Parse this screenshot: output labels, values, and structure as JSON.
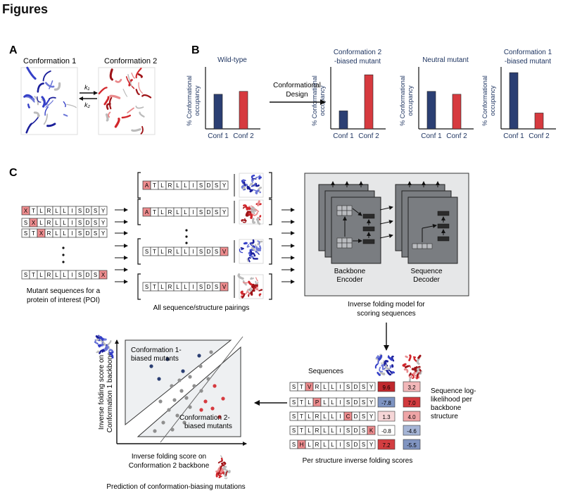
{
  "page_title": "Figures",
  "panels": {
    "A": {
      "letter": "A",
      "conf1_label": "Conformation 1",
      "conf2_label": "Conformation 2",
      "k1": "k₁",
      "k2": "k₂"
    },
    "B": {
      "letter": "B",
      "design_label": "Conformational Design",
      "ylabel": "% Conformational occupancy",
      "charts": [
        {
          "title": "Wild-type",
          "categories": [
            "Conf 1",
            "Conf 2"
          ],
          "values": [
            0.48,
            0.52
          ]
        },
        {
          "title": "Conformation 2 -biased mutant",
          "categories": [
            "Conf 1",
            "Conf 2"
          ],
          "values": [
            0.25,
            0.75
          ]
        },
        {
          "title": "Neutral mutant",
          "categories": [
            "Conf 1",
            "Conf 2"
          ],
          "values": [
            0.52,
            0.48
          ]
        },
        {
          "title": "Conformation 1 -biased mutant",
          "categories": [
            "Conf 1",
            "Conf 2"
          ],
          "values": [
            0.78,
            0.22
          ]
        }
      ]
    },
    "C": {
      "letter": "C",
      "mutant_sequences": [
        {
          "residues": [
            "X",
            "T",
            "L",
            "R",
            "L",
            "L",
            "I",
            "S",
            "D",
            "S",
            "Y"
          ],
          "highlight": 0
        },
        {
          "residues": [
            "S",
            "X",
            "L",
            "R",
            "L",
            "L",
            "I",
            "S",
            "D",
            "S",
            "Y"
          ],
          "highlight": 1
        },
        {
          "residues": [
            "S",
            "T",
            "X",
            "R",
            "L",
            "L",
            "I",
            "S",
            "D",
            "S",
            "Y"
          ],
          "highlight": 2
        },
        {
          "residues": [
            "S",
            "T",
            "L",
            "R",
            "L",
            "L",
            "I",
            "S",
            "D",
            "S",
            "X"
          ],
          "highlight": 10
        }
      ],
      "mutant_caption_line1": "Mutant sequences for a",
      "mutant_caption_line2": "protein of interest (POI)",
      "pairings": [
        {
          "residues": [
            "A",
            "T",
            "L",
            "R",
            "L",
            "L",
            "I",
            "S",
            "D",
            "S",
            "Y"
          ],
          "highlight": 0,
          "structure": "blue"
        },
        {
          "residues": [
            "A",
            "T",
            "L",
            "R",
            "L",
            "L",
            "I",
            "S",
            "D",
            "S",
            "Y"
          ],
          "highlight": 0,
          "structure": "red"
        },
        {
          "residues": [
            "S",
            "T",
            "L",
            "R",
            "L",
            "L",
            "I",
            "S",
            "D",
            "S",
            "V"
          ],
          "highlight": 10,
          "structure": "blue"
        },
        {
          "residues": [
            "S",
            "T",
            "L",
            "R",
            "L",
            "L",
            "I",
            "S",
            "D",
            "S",
            "V"
          ],
          "highlight": 10,
          "structure": "red"
        }
      ],
      "pairings_caption": "All sequence/structure pairings",
      "encoder_label_1": "Backbone",
      "encoder_label_2": "Encoder",
      "decoder_label_1": "Sequence",
      "decoder_label_2": "Decoder",
      "model_caption_line1": "Inverse folding model for",
      "model_caption_line2": "scoring sequences",
      "scores_header": "Sequences",
      "score_rows": [
        {
          "residues": [
            "S",
            "T",
            "V",
            "R",
            "L",
            "L",
            "I",
            "S",
            "D",
            "S",
            "Y"
          ],
          "highlight": 2,
          "score1": "9.6",
          "score2": "3.2",
          "color1": "#c0282d",
          "color2": "#f2b7b9"
        },
        {
          "residues": [
            "S",
            "T",
            "L",
            "P",
            "L",
            "L",
            "I",
            "S",
            "D",
            "S",
            "Y"
          ],
          "highlight": 3,
          "score1": "-7.8",
          "score2": "7.0",
          "color1": "#7e94c2",
          "color2": "#d23a3e"
        },
        {
          "residues": [
            "S",
            "T",
            "L",
            "R",
            "L",
            "L",
            "I",
            "C",
            "D",
            "S",
            "Y"
          ],
          "highlight": 7,
          "score1": "1.3",
          "score2": "4.0",
          "color1": "#f6d6d7",
          "color2": "#efa5a7"
        },
        {
          "residues": [
            "S",
            "T",
            "L",
            "R",
            "L",
            "L",
            "I",
            "S",
            "D",
            "S",
            "K"
          ],
          "highlight": 10,
          "score1": "-0.8",
          "score2": "-4.6",
          "color1": "#ffffff",
          "color2": "#a6b5d6"
        },
        {
          "residues": [
            "S",
            "H",
            "L",
            "R",
            "L",
            "L",
            "I",
            "S",
            "D",
            "S",
            "Y"
          ],
          "highlight": 1,
          "score1": "7.2",
          "score2": "-5.5",
          "color1": "#d33e41",
          "color2": "#8094c1"
        }
      ],
      "loglik_line1": "Sequence log-",
      "loglik_line2": "likelihood per",
      "loglik_line3": "backbone",
      "loglik_line4": "structure",
      "scores_caption": "Per structure inverse folding scores",
      "scatter": {
        "region1_label_1": "Conformation 1-",
        "region1_label_2": "biased mutants",
        "region2_label_1": "Conformation 2-",
        "region2_label_2": "biased mutants",
        "ylabel_line1": "Inverse folding score on",
        "ylabel_line2": "Conformation 1 backbone",
        "xlabel_line1": "Inverse folding score on",
        "xlabel_line2": "Conformation 2 backbone",
        "caption": "Prediction of conformation-biasing mutations"
      }
    }
  },
  "colors": {
    "conf1": "#2b3f73",
    "conf2": "#d63a3f",
    "mutation": "#ee8d8f",
    "gray_dot": "#8f8f8f",
    "region": "#eef0f2"
  }
}
